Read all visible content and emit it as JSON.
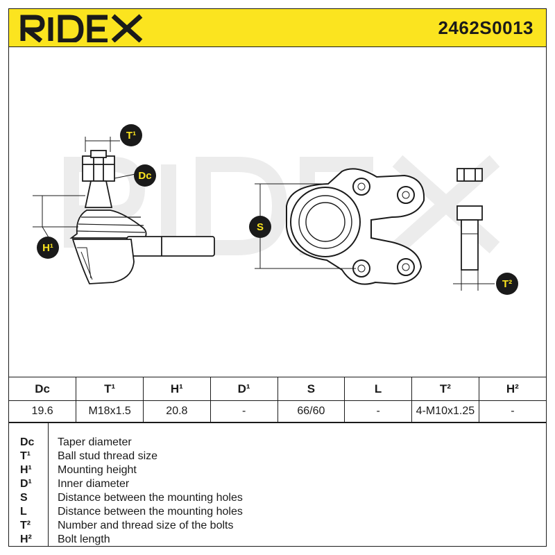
{
  "header": {
    "brand": "RIDEX",
    "part_number": "2462S0013",
    "background_color": "#fbe41f"
  },
  "drawing": {
    "watermark": "RIDEX",
    "labels": {
      "t1": "T¹",
      "dc": "Dc",
      "h1": "H¹",
      "s": "S",
      "t2": "T²"
    },
    "badge_color": "#fbe41f"
  },
  "spec_table": {
    "headers": [
      "Dc",
      "T¹",
      "H¹",
      "D¹",
      "S",
      "L",
      "T²",
      "H²"
    ],
    "values": [
      "19.6",
      "M18x1.5",
      "20.8",
      "-",
      "66/60",
      "-",
      "4-M10x1.25",
      "-"
    ]
  },
  "legend": [
    {
      "code": "Dc",
      "description": "Taper diameter"
    },
    {
      "code": "T¹",
      "description": "Ball stud thread size"
    },
    {
      "code": "H¹",
      "description": "Mounting height"
    },
    {
      "code": "D¹",
      "description": "Inner diameter"
    },
    {
      "code": "S",
      "description": "Distance between the mounting holes"
    },
    {
      "code": "L",
      "description": "Distance between the mounting holes"
    },
    {
      "code": "T²",
      "description": "Number and thread size of the bolts"
    },
    {
      "code": "H²",
      "description": "Bolt length"
    }
  ]
}
